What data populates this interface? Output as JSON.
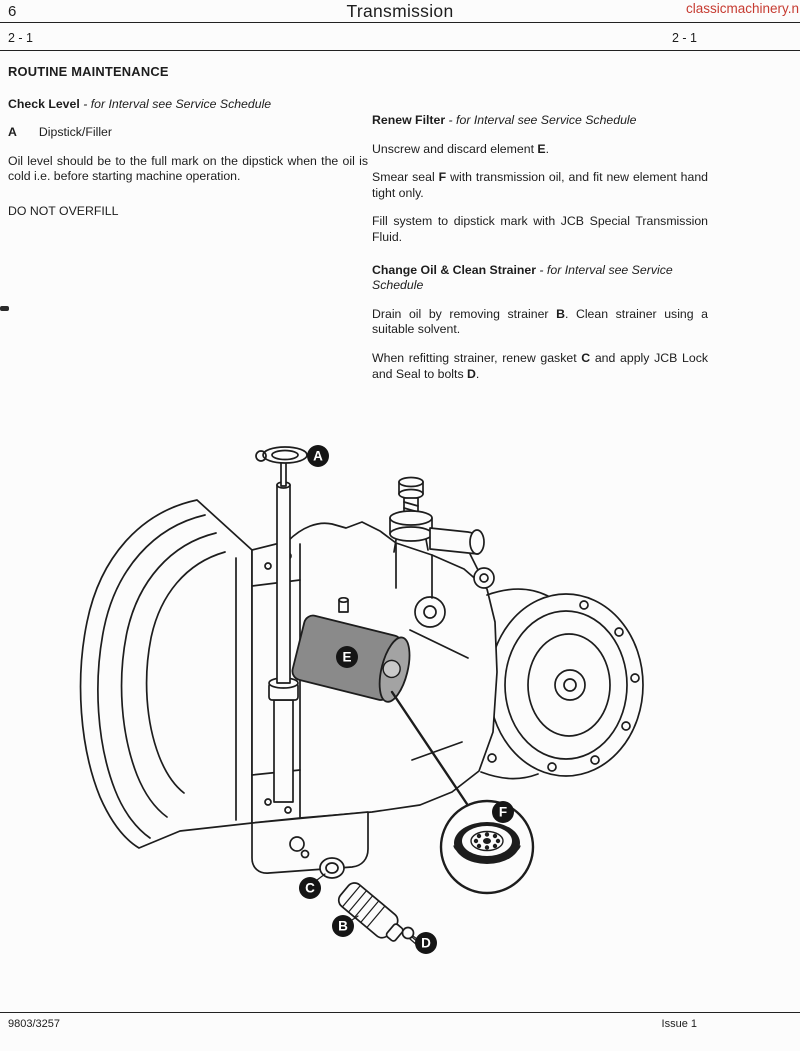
{
  "header": {
    "page_number": "6",
    "title": "Transmission",
    "watermark": "classicmachinery.n",
    "section_number_left": "2 - 1",
    "section_number_right": "2 - 1"
  },
  "left_column": {
    "heading": "ROUTINE MAINTENANCE",
    "check_level_heading": {
      "bold": "Check Level ",
      "italic": "- for Interval see Service Schedule"
    },
    "item_a": {
      "letter": "A",
      "label": "Dipstick/Filler"
    },
    "para_oil_level": "Oil level should be to the full mark on the dipstick when the oil is cold i.e. before starting machine operation.",
    "warning": "DO NOT OVERFILL"
  },
  "right_column": {
    "renew_filter_heading": {
      "bold": "Renew Filter ",
      "italic": "- for Interval see Service Schedule"
    },
    "para_unscrew": {
      "pre": "Unscrew and discard element ",
      "ref": "E",
      "post": "."
    },
    "para_smear": {
      "pre": "Smear seal ",
      "ref": "F",
      "post": " with transmission oil, and fit new element hand tight only."
    },
    "para_fill": "Fill system to dipstick mark with JCB Special Transmission Fluid.",
    "change_oil_heading": {
      "bold": "Change Oil & Clean Strainer ",
      "italic": "- for Interval see Service Schedule"
    },
    "para_drain": {
      "pre": "Drain oil by removing strainer ",
      "ref": "B",
      "post": ". Clean strainer using a suitable solvent."
    },
    "para_refit": {
      "pre": "When refitting strainer, renew gasket ",
      "ref": "C",
      "mid": " and apply JCB Lock and Seal to bolts ",
      "ref2": "D",
      "post": "."
    }
  },
  "diagram": {
    "callouts": [
      {
        "label": "A"
      },
      {
        "label": "E"
      },
      {
        "label": "F"
      },
      {
        "label": "C"
      },
      {
        "label": "B"
      },
      {
        "label": "D"
      }
    ]
  },
  "footer": {
    "publication_number": "9803/3257",
    "issue": "Issue 1"
  },
  "colors": {
    "paper": "#fcfcfc",
    "ink": "#1d1d1d",
    "watermark_red": "#c63b31",
    "filter_gray": "#8a8a8a"
  }
}
